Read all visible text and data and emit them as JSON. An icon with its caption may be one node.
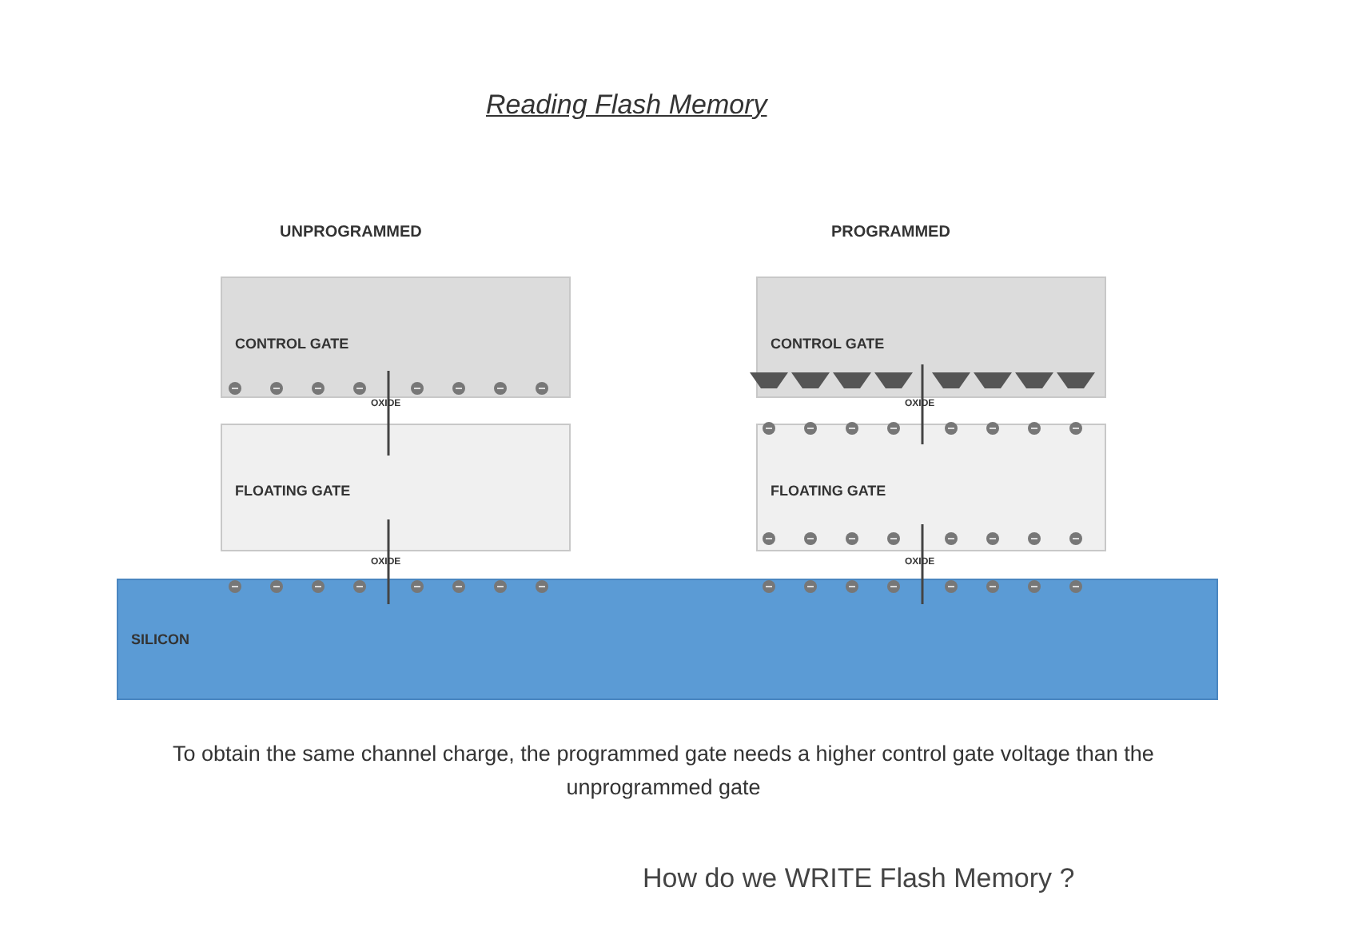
{
  "diagram": {
    "title": "Reading Flash Memory",
    "nodes": [
      {
        "text": [
          "CONTROL GATE"
        ]
      },
      {
        "text": [
          "FLOATING GATE"
        ]
      },
      {
        "text": [
          "CONTROL GATE"
        ]
      },
      {
        "text": [
          "FLOATING GATE"
        ]
      },
      {
        "text": [
          "SILICON"
        ]
      }
    ],
    "labels": [
      "UNPROGRAMMED",
      "PROGRAMMED",
      "OXIDE",
      "OXIDE",
      "OXIDE",
      "OXIDE",
      "To obtain the same channel charge, the programmed gate needs a higher control gate voltage than the unprogrammed gate",
      "How do we WRITE Flash Memory ?"
    ]
  }
}
